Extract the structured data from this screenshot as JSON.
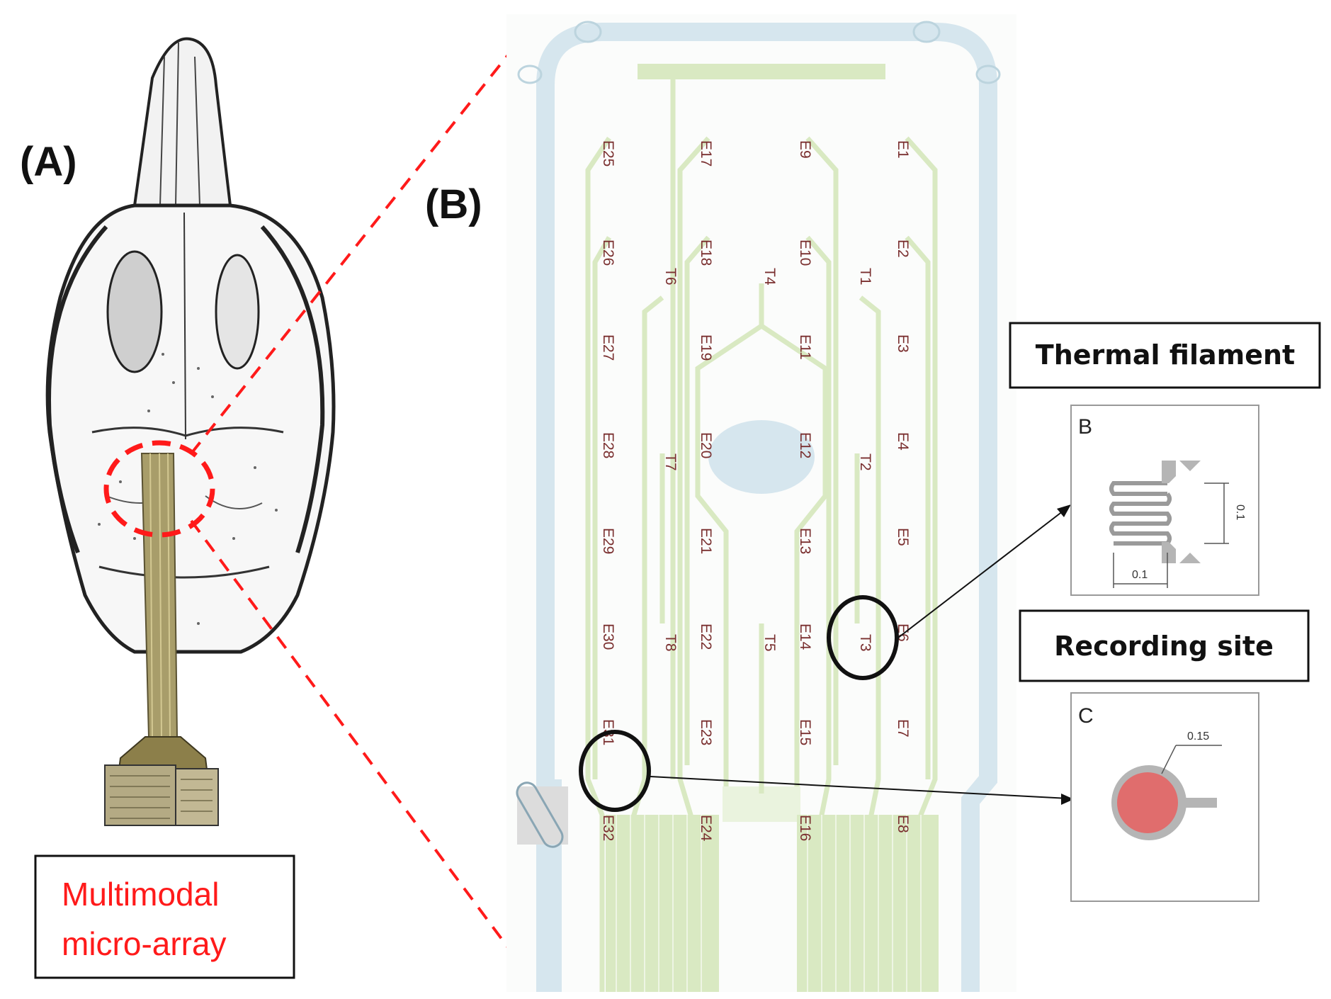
{
  "panels": {
    "a_label": "(A)",
    "b_label": "(B)"
  },
  "caption": {
    "line1": "Multimodal",
    "line2": "micro-array"
  },
  "callouts": {
    "thermal_title": "Thermal filament",
    "recording_title": "Recording site"
  },
  "insets": {
    "thermal": {
      "letter": "B",
      "dim_height": "0.1",
      "dim_width": "0.1"
    },
    "recording": {
      "letter": "C",
      "dim_radius": "0.15"
    }
  },
  "electrodes": {
    "col1": [
      "E25",
      "E26",
      "E27",
      "E28",
      "E29",
      "E30",
      "E31",
      "E32"
    ],
    "col2": [
      "E17",
      "E18",
      "E19",
      "E20",
      "E21",
      "E22",
      "E23",
      "E24"
    ],
    "col3": [
      "E9",
      "E10",
      "E11",
      "E12",
      "E13",
      "E14",
      "E15",
      "E16"
    ],
    "col4": [
      "E1",
      "E2",
      "E3",
      "E4",
      "E5",
      "E6",
      "E7",
      "E8"
    ]
  },
  "thermal_sites": [
    "T1",
    "T2",
    "T3",
    "T4",
    "T5",
    "T6",
    "T7",
    "T8"
  ],
  "colors": {
    "trace": "#d9e9c2",
    "frame": "#d6e6ee",
    "dashed_line": "#ff1a1a",
    "recording_pad": "#e06d6d"
  }
}
